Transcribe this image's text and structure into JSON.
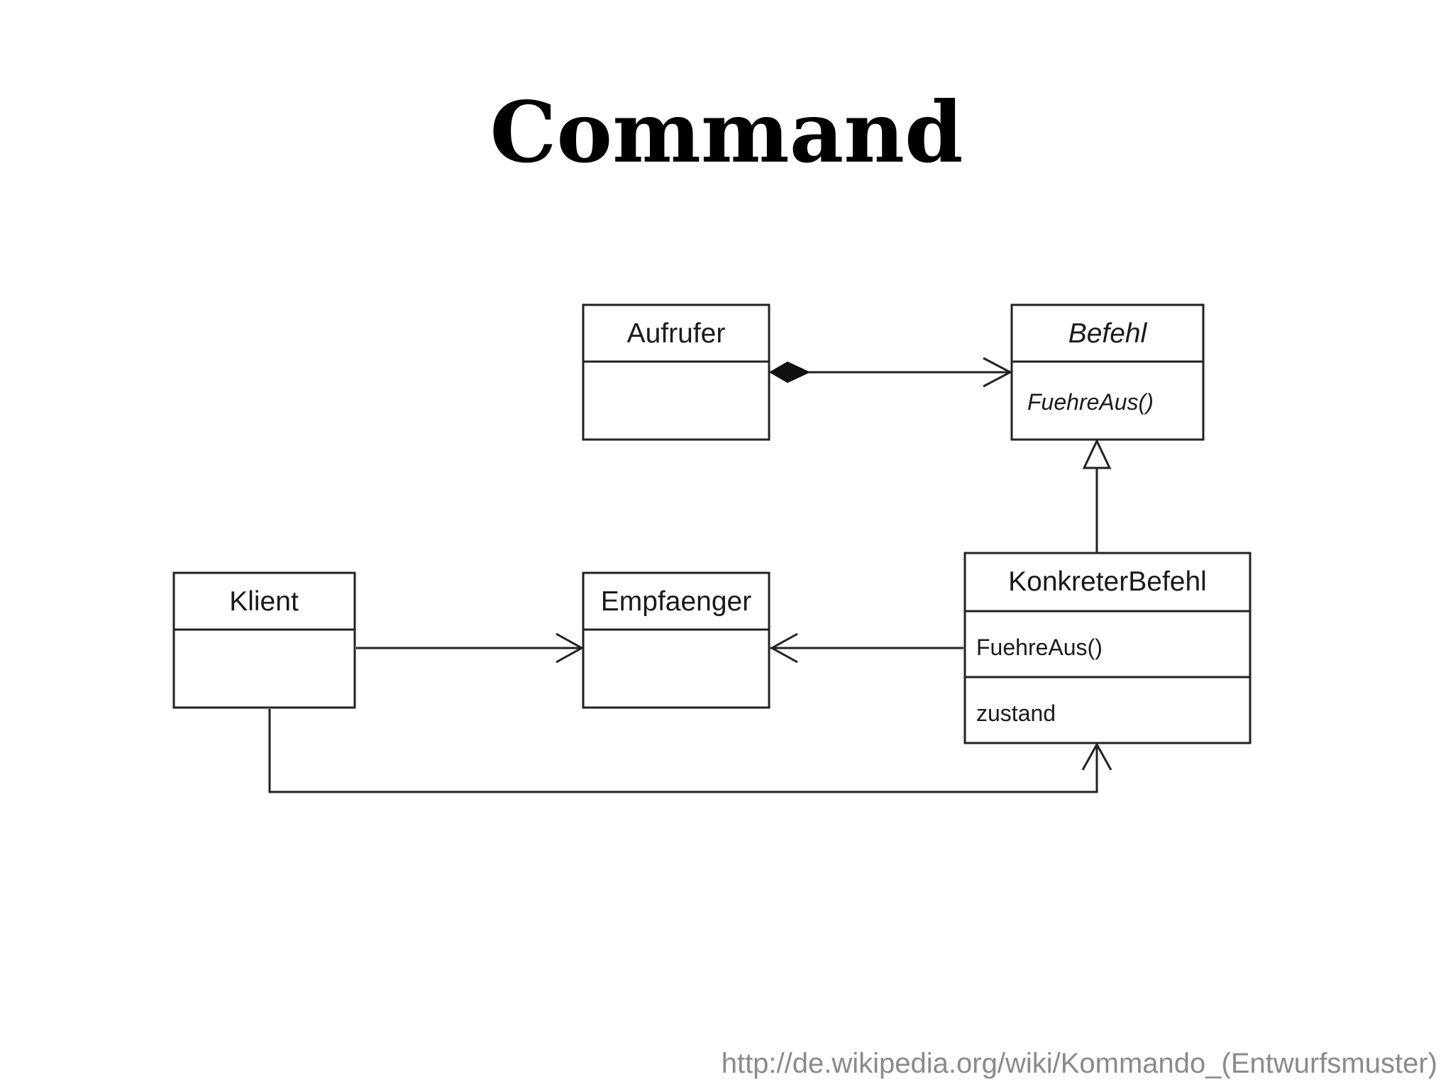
{
  "title": "Command",
  "source_url": "http://de.wikipedia.org/wiki/Kommando_(Entwurfsmuster)",
  "diagram": {
    "classes": {
      "aufrufer": {
        "name": "Aufrufer",
        "abstract": false,
        "members": []
      },
      "befehl": {
        "name": "Befehl",
        "abstract": true,
        "members": [
          "FuehreAus()"
        ]
      },
      "klient": {
        "name": "Klient",
        "abstract": false,
        "members": []
      },
      "empfaenger": {
        "name": "Empfaenger",
        "abstract": false,
        "members": []
      },
      "konkreter_befehl": {
        "name": "KonkreterBefehl",
        "abstract": false,
        "members": [
          "FuehreAus()",
          "zustand"
        ]
      }
    },
    "relations": [
      {
        "from": "Aufrufer",
        "to": "Befehl",
        "type": "composition"
      },
      {
        "from": "KonkreterBefehl",
        "to": "Befehl",
        "type": "generalization"
      },
      {
        "from": "Klient",
        "to": "Empfaenger",
        "type": "association"
      },
      {
        "from": "KonkreterBefehl",
        "to": "Empfaenger",
        "type": "association"
      },
      {
        "from": "Klient",
        "to": "KonkreterBefehl",
        "type": "association"
      }
    ]
  }
}
